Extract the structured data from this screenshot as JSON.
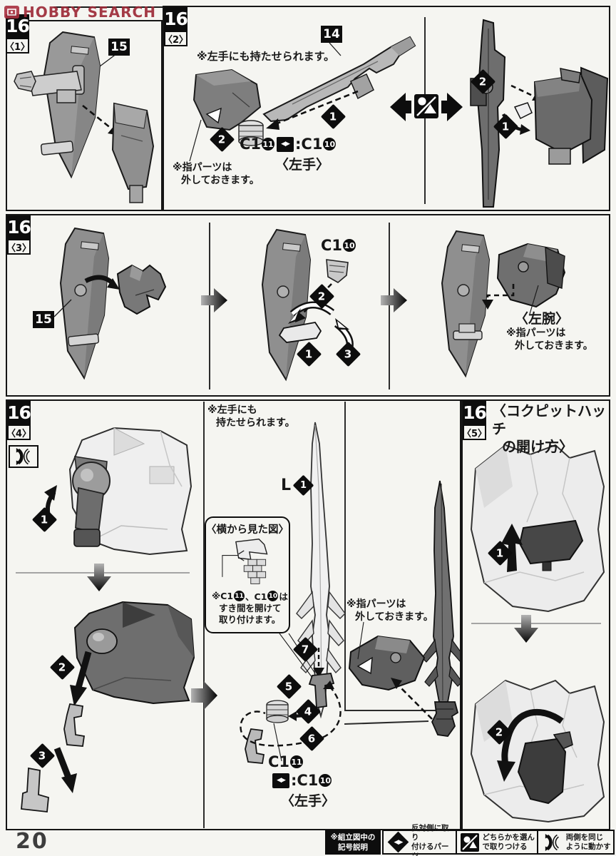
{
  "watermark": {
    "brand": "HOBBY SEARCH"
  },
  "page": {
    "number": "20"
  },
  "icons": {
    "swap_glyph": "◀▶"
  },
  "panels": {
    "p1": {
      "step_no": "16",
      "step_sub": "〈1〉",
      "part_label": "15"
    },
    "p2": {
      "step_no": "16",
      "step_sub": "〈2〉",
      "part_label": "14",
      "note_left_hand": "※左手にも持たせられます。",
      "fingers_note_l1": "※指パーツは",
      "fingers_note_l2": "外しておきます。",
      "c1_a_prefix": "C1",
      "c1_a_num": "11",
      "c1_b_prefix": ":C1",
      "c1_b_num": "10",
      "hand_label": "〈左手〉",
      "d_left_1": "1",
      "d_left_2": "2",
      "d_right_1": "1",
      "d_right_2": "2"
    },
    "p3": {
      "step_no": "16",
      "step_sub": "〈3〉",
      "part_label": "15",
      "c1_prefix": "C1",
      "c1_num": "10",
      "arm_label": "〈左腕〉",
      "fingers_note_l1": "※指パーツは",
      "fingers_note_l2": "外しておきます。",
      "d1": "1",
      "d2": "2",
      "d3": "3"
    },
    "p4": {
      "step_no": "16",
      "step_sub": "〈4〉",
      "note_left_hand_l1": "※左手にも",
      "note_left_hand_l2": "持たせられます。",
      "blade_prefix": "L",
      "blade_step": "1",
      "sideview_title": "〈横から見た図〉",
      "sideview_note_p1": "※C1",
      "sideview_note_n1": "11",
      "sideview_note_p2": "、C1",
      "sideview_note_n2": "10",
      "sideview_note_p3": "は",
      "sideview_note_l2": "すき間を開けて",
      "sideview_note_l3": "取り付けます。",
      "fingers_note_l1": "※指パーツは",
      "fingers_note_l2": "外しておきます。",
      "c1_a_prefix": "C1",
      "c1_a_num": "11",
      "c1_b_prefix": ":C1",
      "c1_b_num": "10",
      "hand_label": "〈左手〉",
      "d1": "1",
      "d2": "2",
      "d3": "3",
      "d4": "4",
      "d5": "5",
      "d6": "6",
      "d7": "7"
    },
    "p5": {
      "step_no": "16",
      "step_sub": "〈5〉",
      "title_l1": "〈コクピットハッチ",
      "title_l2": "の開け方〉",
      "d1": "1",
      "d2": "2"
    }
  },
  "legend": {
    "header_l1": "※組立図中の",
    "header_l2": "記号説明",
    "items": [
      {
        "icon": "swap-diamond-icon",
        "label_l1": "反対側に取り",
        "label_l2": "付けるパーツ"
      },
      {
        "icon": "choose-one-icon",
        "label_l1": "どちらかを選ん",
        "label_l2": "で取りつける"
      },
      {
        "icon": "both-sides-icon",
        "label_l1": "両側を同じ",
        "label_l2": "ように動かす"
      }
    ]
  },
  "colors": {
    "accent_watermark": "#9c2634",
    "ink": "#151515",
    "paper": "#f5f5f1"
  }
}
